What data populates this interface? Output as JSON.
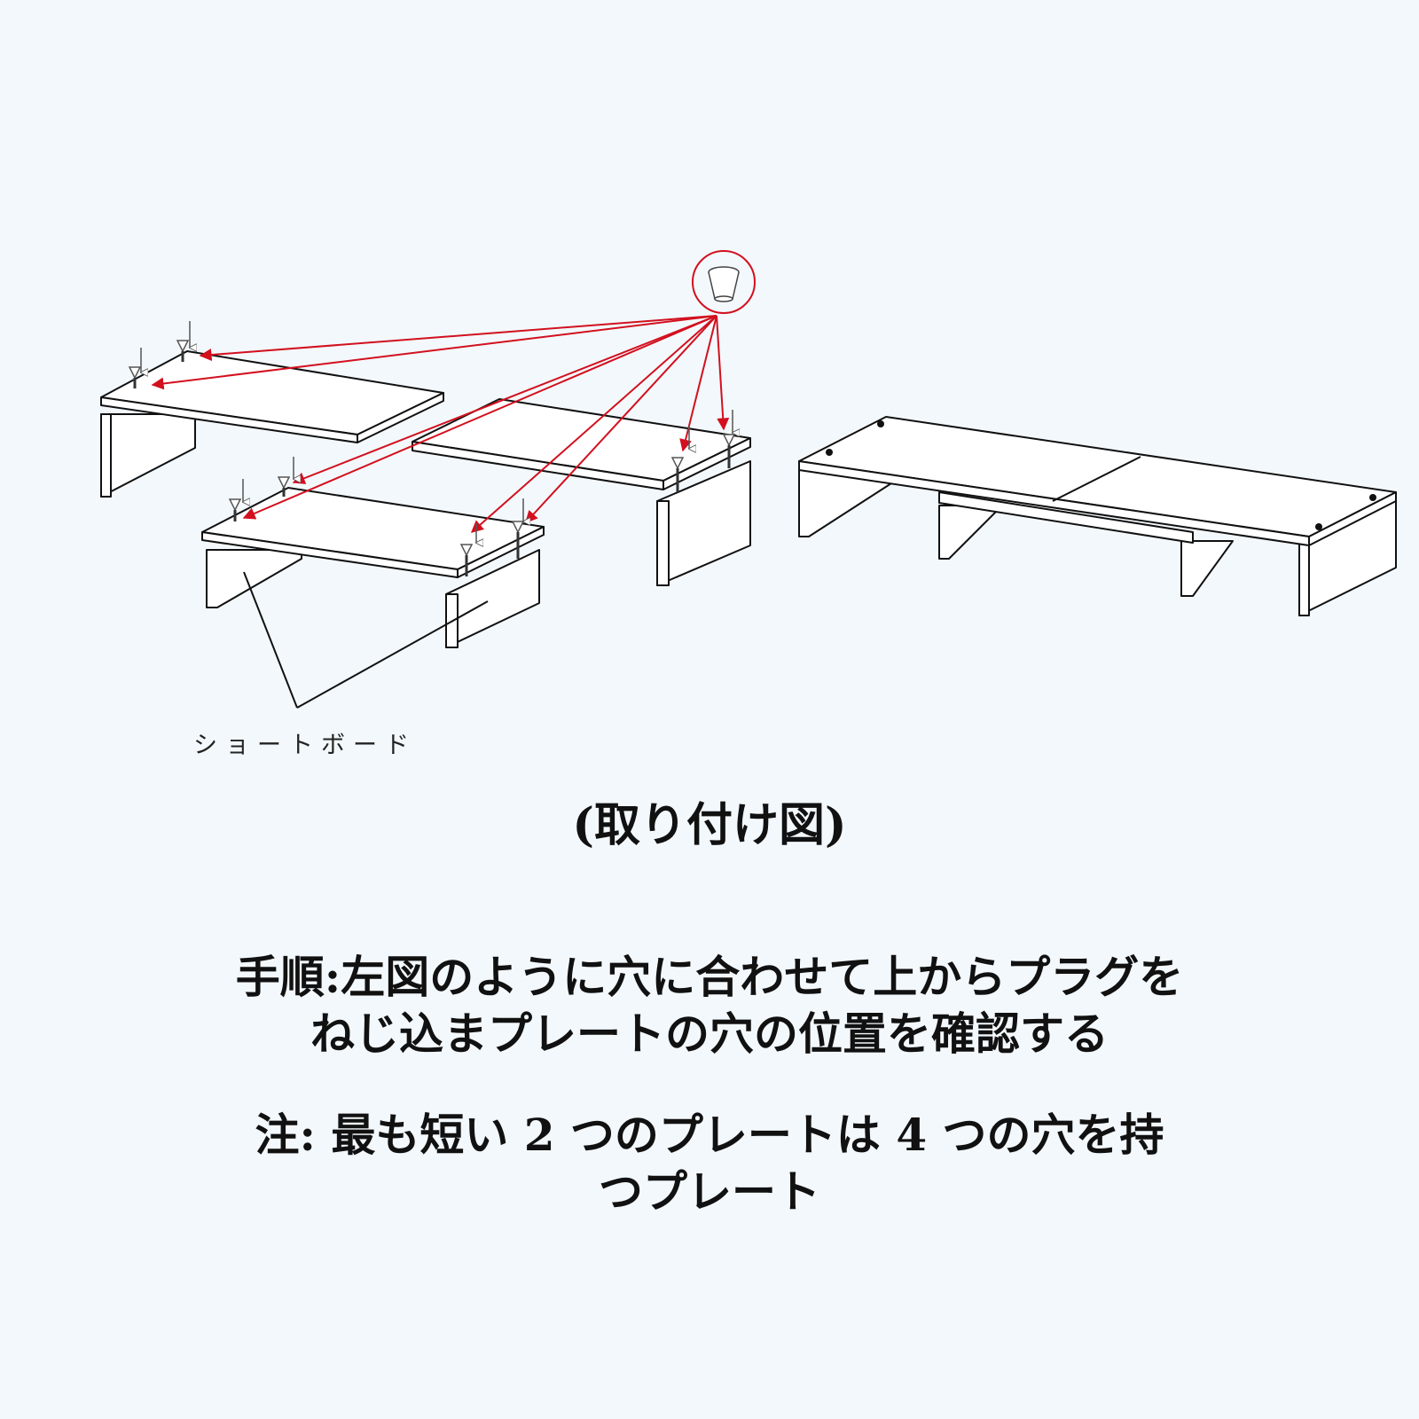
{
  "diagram": {
    "board_label": "ショートボード",
    "title": "(取り付け図)"
  },
  "instructions": {
    "line1": "手順:左図のように穴に合わせて上からプラグを",
    "line2": "ねじ込まプレートの穴の位置を確認する"
  },
  "note": {
    "line1": "注: 最も短い 2 つのプレートは 4 つの穴を持",
    "line2": "つプレート"
  },
  "colors": {
    "background": "#f3f8fc",
    "arrow": "#d2101e",
    "outline": "#111111"
  },
  "icons": [
    "plug-icon",
    "screw-icon"
  ]
}
